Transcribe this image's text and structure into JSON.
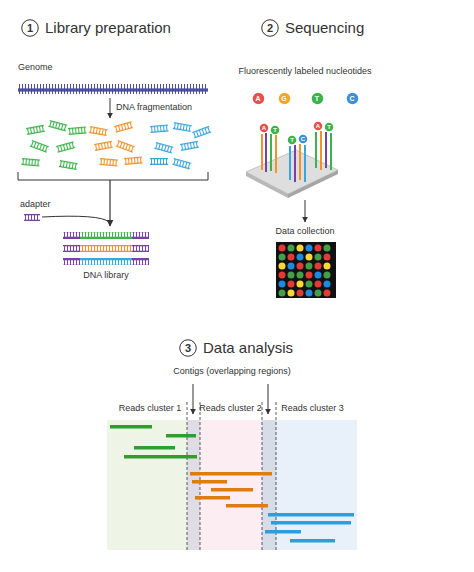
{
  "diagram": {
    "nodes": [
      {
        "text": [
          "1"
        ]
      },
      {
        "text": [
          "2"
        ]
      },
      {
        "text": [
          "A"
        ]
      },
      {
        "text": [
          "G"
        ]
      },
      {
        "text": [
          "T"
        ]
      },
      {
        "text": [
          "C"
        ]
      },
      {
        "text": [
          "A"
        ]
      },
      {
        "text": [
          "T"
        ]
      },
      {
        "text": [
          "T"
        ]
      },
      {
        "text": [
          "C"
        ]
      },
      {
        "text": [
          "A"
        ]
      },
      {
        "text": [
          "T"
        ]
      },
      {
        "text": [
          "3"
        ]
      },
      {
        "text": [
          "Reads cluster 1"
        ]
      },
      {
        "text": [
          "Reads cluster 2"
        ]
      },
      {
        "text": [
          "Reads cluster 3"
        ]
      }
    ],
    "labels": [
      "Library preparation",
      "Sequencing",
      "Genome",
      "DNA fragmentation",
      "adapter",
      "DNA library",
      "Fluorescently labeled nucleotides",
      "Data collection",
      "Data analysis",
      "Contigs (overlapping regions)"
    ]
  }
}
